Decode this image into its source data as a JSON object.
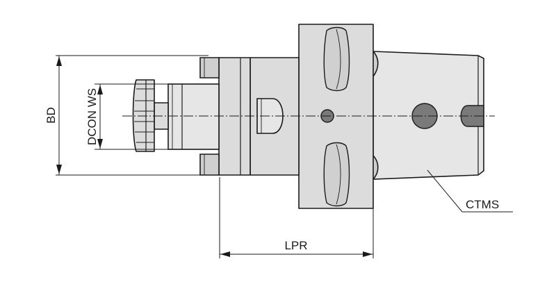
{
  "labels": {
    "bd": "BD",
    "dcon_ws": "DCON WS",
    "lpr": "LPR",
    "ctms": "CTMS"
  }
}
